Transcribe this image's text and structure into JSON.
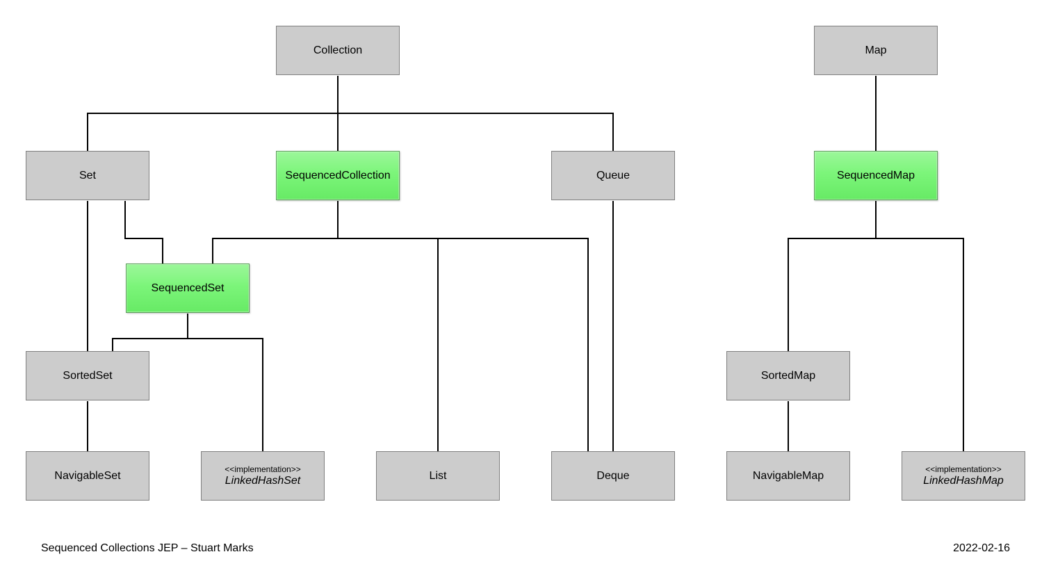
{
  "nodes": {
    "collection": {
      "label": "Collection"
    },
    "map": {
      "label": "Map"
    },
    "set": {
      "label": "Set"
    },
    "sequenced_collection": {
      "label": "SequencedCollection"
    },
    "queue": {
      "label": "Queue"
    },
    "sequenced_map": {
      "label": "SequencedMap"
    },
    "sequenced_set": {
      "label": "SequencedSet"
    },
    "sorted_set": {
      "label": "SortedSet"
    },
    "sorted_map": {
      "label": "SortedMap"
    },
    "navigable_set": {
      "label": "NavigableSet"
    },
    "linked_hash_set": {
      "stereotype": "<<implementation>>",
      "label": "LinkedHashSet"
    },
    "list": {
      "label": "List"
    },
    "deque": {
      "label": "Deque"
    },
    "navigable_map": {
      "label": "NavigableMap"
    },
    "linked_hash_map": {
      "stereotype": "<<implementation>>",
      "label": "LinkedHashMap"
    }
  },
  "colors": {
    "node_fill": "#cccccc",
    "highlight_fill": "#7cf57a",
    "line": "#000000"
  },
  "footer": {
    "left": "Sequenced Collections JEP – Stuart Marks",
    "right": "2022-02-16"
  }
}
